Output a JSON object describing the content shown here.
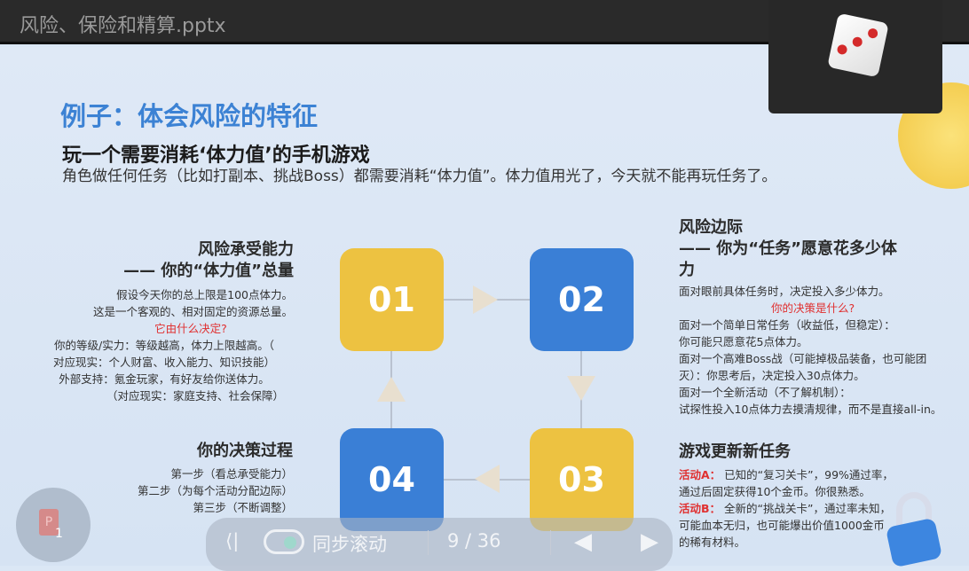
{
  "window": {
    "title": "风险、保险和精算.pptx"
  },
  "slide": {
    "title": "例子：体会风险的特征",
    "subtitle": "玩一个需要消耗‘体力值’的手机游戏",
    "intro": "角色做任何任务（比如打副本、挑战Boss）都需要消耗“体力值”。体力值用光了，今天就不能再玩任务了。",
    "boxes": [
      "01",
      "02",
      "03",
      "04"
    ],
    "capacity": {
      "title1": "风险承受能力",
      "title2": "—— 你的“体力值”总量",
      "lines": [
        "假设今天你的总上限是100点体力。",
        "这是一个客观的、相对固定的资源总量。"
      ],
      "question": "它由什么决定?",
      "details": [
        "你的等级/实力：等级越高，体力上限越高。（",
        "对应现实：个人财富、收入能力、知识技能）",
        "外部支持：氪金玩家，有好友给你送体力。",
        "（对应现实：家庭支持、社会保障）"
      ]
    },
    "margin": {
      "title1": "风险边际",
      "title2": "—— 你为“任务”愿意花多少体",
      "title3": "力",
      "line": "面对眼前具体任务时，决定投入多少体力。",
      "question": "你的决策是什么?",
      "details": [
        "面对一个简单日常任务（收益低，但稳定）：",
        "你可能只愿意花5点体力。",
        "面对一个高难Boss战（可能掉极品装备，也可能团",
        "灭）：你思考后，决定投入30点体力。",
        "面对一个全新活动（不了解机制）：",
        "试探性投入10点体力去摸清规律，而不是直接all-in。"
      ]
    },
    "decision": {
      "title": "你的决策过程",
      "steps": [
        "第一步（看总承受能力）",
        "第二步（为每个活动分配边际）",
        "第三步（不断调整）"
      ]
    },
    "update": {
      "title": "游戏更新新任务",
      "a_label": "活动A：",
      "a_text": " 已知的“复习关卡”，99%通过率，",
      "a_text2": "通过后固定获得10个金币。你很熟悉。",
      "b_label": "活动B：",
      "b_text": " 全新的“挑战关卡”，通过率未知，",
      "b_text2": "可能血本无归，也可能爆出价值1000金币",
      "b_text3": "的稀有材料。"
    }
  },
  "toolbar": {
    "sync_label": "同步滚动",
    "page": "9 / 36"
  },
  "badge": {
    "count": "1",
    "letter": "P"
  },
  "colors": {
    "accent": "#3c82d4",
    "yellow": "#edc241",
    "blue": "#3a7fd6",
    "red": "#e03030"
  }
}
